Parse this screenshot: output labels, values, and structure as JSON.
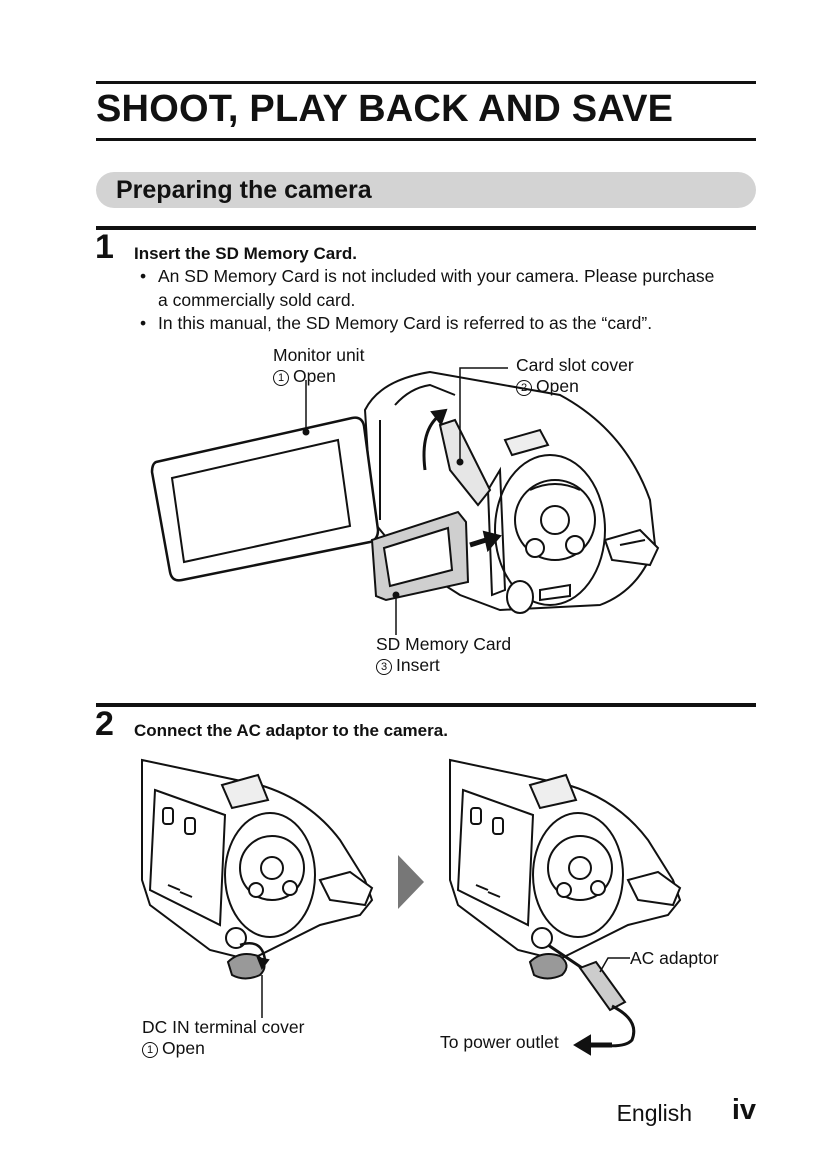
{
  "header": {
    "title": "SHOOT, PLAY BACK AND SAVE"
  },
  "section": {
    "title": "Preparing the camera"
  },
  "step1": {
    "number": "1",
    "heading": "Insert the SD Memory Card.",
    "bullets": [
      "An SD Memory Card is not included with your camera. Please purchase a commercially sold card.",
      "In this manual, the SD Memory Card is referred to as the “card”."
    ],
    "labels": {
      "monitor_unit": "Monitor unit",
      "monitor_num": "1",
      "monitor_action": "Open",
      "card_slot_cover": "Card slot cover",
      "card_slot_num": "2",
      "card_slot_action": "Open",
      "sd_card": "SD Memory Card",
      "sd_num": "3",
      "sd_action": "Insert"
    }
  },
  "step2": {
    "number": "2",
    "heading": "Connect the AC adaptor to the camera.",
    "labels": {
      "dc_in_cover": "DC IN terminal cover",
      "dc_num": "1",
      "dc_action": "Open",
      "ac_adaptor": "AC adaptor",
      "power_outlet": "To power outlet"
    }
  },
  "footer": {
    "language": "English",
    "page": "iv"
  }
}
